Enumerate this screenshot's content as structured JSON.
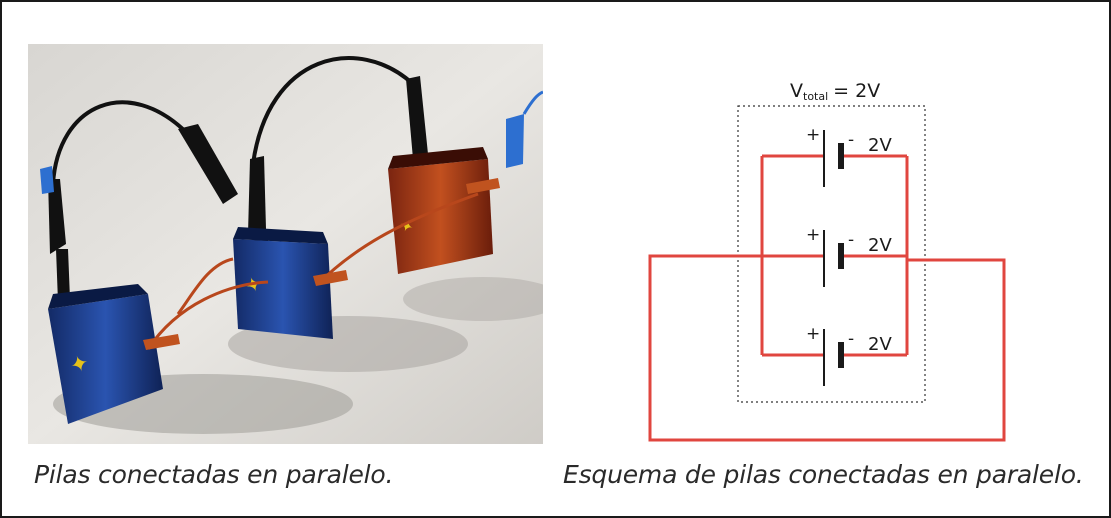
{
  "photo": {
    "description_alt": "",
    "battery_colors": {
      "blue": "#1f3f8c",
      "copper": "#b8471c",
      "label": "#e6c21a"
    }
  },
  "captions": {
    "left": "Pilas conectadas en paralelo.",
    "right": "Esquema de pilas conectadas en paralelo."
  },
  "schematic": {
    "total_label_main": "V",
    "total_label_sub": "total",
    "total_value": "= 2V",
    "cells": [
      {
        "plus": "+",
        "minus": "-",
        "voltage": "2V"
      },
      {
        "plus": "+",
        "minus": "-",
        "voltage": "2V"
      },
      {
        "plus": "+",
        "minus": "-",
        "voltage": "2V"
      }
    ],
    "wire_color": "#e0463f"
  }
}
